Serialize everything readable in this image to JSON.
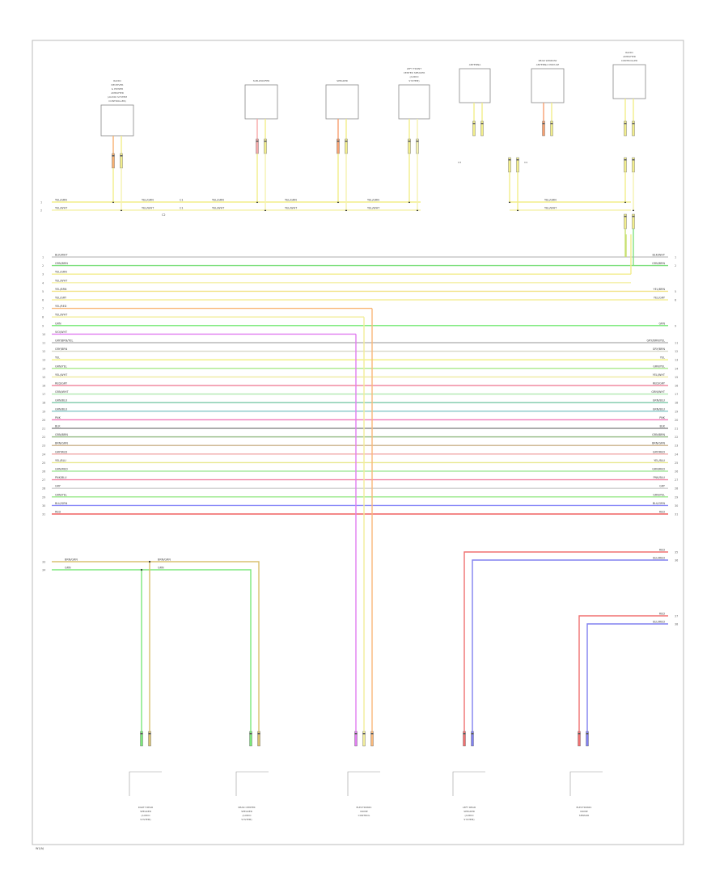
{
  "top_components": [
    {
      "id": "c1",
      "label": [
        "RADIO",
        "RECEIVER",
        "& POWER",
        "AMPLIFIER",
        "(AUDIO SYSTEM",
        "CONTROLLER)"
      ]
    },
    {
      "id": "c2",
      "label": [
        "SUB-WOOFER"
      ]
    },
    {
      "id": "c3",
      "label": [
        "SPEAKER"
      ]
    },
    {
      "id": "c4",
      "label": [
        "LEFT FRONT",
        "CENTER SPEAKER",
        "(AUDIO",
        "SYSTEM)"
      ]
    },
    {
      "id": "c5",
      "label": [
        "ANTENNA"
      ]
    },
    {
      "id": "c6",
      "label": [
        "REAR WINDOW",
        "ANTENNA MODULE"
      ]
    },
    {
      "id": "c7",
      "label": [
        "RADIO",
        "AMPLIFIER",
        "CONTROLLER"
      ]
    }
  ],
  "bottom_components": [
    {
      "id": "b1",
      "label": [
        "RIGHT REAR",
        "SPEAKER",
        "(AUDIO",
        "SYSTEM)"
      ]
    },
    {
      "id": "b2",
      "label": [
        "REAR CENTER",
        "SPEAKER",
        "(AUDIO",
        "SYSTEM)"
      ]
    },
    {
      "id": "b3",
      "label": [
        "ELECTRONIC",
        "NOISE",
        "CONTROL"
      ]
    },
    {
      "id": "b4",
      "label": [
        "LEFT REAR",
        "SPEAKER",
        "(AUDIO",
        "SYSTEM)"
      ]
    },
    {
      "id": "b5",
      "label": [
        "ELECTRONIC",
        "NOISE",
        "SENSOR"
      ]
    }
  ],
  "connectors": [
    "C1",
    "C2",
    "C3",
    "C4"
  ],
  "top_bus_colors": [
    "YEL/GRN",
    "YEL/WHT"
  ],
  "bus_wires": [
    {
      "label_left": "BLK/WHT",
      "label_right": "BLK/WHT",
      "color": "#c8c8c8"
    },
    {
      "label_left": "GRN/BRN",
      "label_right": "GRN/BRN",
      "color": "#7fe07f"
    },
    {
      "label_left": "YEL/GRN",
      "label_right": "",
      "color": "#f2ec8c"
    },
    {
      "label_left": "YEL/WHT",
      "label_right": "",
      "color": "#f5f0a8"
    },
    {
      "label_left": "YEL/BRN",
      "label_right": "YEL/BRN",
      "color": "#f2e38a"
    },
    {
      "label_left": "YEL/GRY",
      "label_right": "YEL/GRY",
      "color": "#f5ef9c"
    },
    {
      "label_left": "YEL/RED",
      "label_right": "",
      "color": "#f9b87a"
    },
    {
      "label_left": "YEL/WHT",
      "label_right": "",
      "color": "#f2ee9a"
    },
    {
      "label_left": "GRN",
      "label_right": "GRN",
      "color": "#6ee86e"
    },
    {
      "label_left": "VIO/WHT",
      "label_right": "",
      "color": "#e07ef0"
    },
    {
      "label_left": "GRY/BRN/YEL",
      "label_right": "GRY/BRN/YEL",
      "color": "#b8b8b8"
    },
    {
      "label_left": "GRY/BRN",
      "label_right": "GRY/BRN",
      "color": "#d8d8c8"
    },
    {
      "label_left": "YEL",
      "label_right": "YEL",
      "color": "#f2f07a"
    },
    {
      "label_left": "GRN/YEL",
      "label_right": "GRN/YEL",
      "color": "#a8e88a"
    },
    {
      "label_left": "YEL/WHT",
      "label_right": "YEL/WHT",
      "color": "#eeeaa0"
    },
    {
      "label_left": "RED/GRY",
      "label_right": "RED/GRY",
      "color": "#f08aa0"
    },
    {
      "label_left": "GRN/WHT",
      "label_right": "GRN/WHT",
      "color": "#b0e8b0"
    },
    {
      "label_left": "GRN/BLU",
      "label_right": "GRN/BLU",
      "color": "#7cc8a8"
    },
    {
      "label_left": "GRN/BLU",
      "label_right": "GRN/BLU",
      "color": "#88c8c8"
    },
    {
      "label_left": "PNK",
      "label_right": "PNK",
      "color": "#f07ab8"
    },
    {
      "label_left": "BLK",
      "label_right": "BLK",
      "color": "#909090"
    },
    {
      "label_left": "GRN/BRN",
      "label_right": "GRN/BRN",
      "color": "#90b880"
    },
    {
      "label_left": "BRN/GRN",
      "label_right": "BRN/GRN",
      "color": "#c8b088"
    },
    {
      "label_left": "GRY/RED",
      "label_right": "GRY/RED",
      "color": "#f0a8a8"
    },
    {
      "label_left": "YEL/BLU",
      "label_right": "YEL/BLU",
      "color": "#e8e890"
    },
    {
      "label_left": "GRN/RED",
      "label_right": "GRN/RED",
      "color": "#a8e8a0"
    },
    {
      "label_left": "PNK/BLU",
      "label_right": "PNK/BLU",
      "color": "#f08aa8"
    },
    {
      "label_left": "GRY",
      "label_right": "GRY",
      "color": "#d0d0d0"
    },
    {
      "label_left": "GRN/YEL",
      "label_right": "GRN/YEL",
      "color": "#98e888"
    },
    {
      "label_left": "BLU/GRN",
      "label_right": "BLU/GRN",
      "color": "#8a8af8"
    },
    {
      "label_left": "RED",
      "label_right": "RED",
      "color": "#f06060"
    }
  ],
  "lower_left_wires": [
    {
      "label": "BRN/GRN",
      "color": "#d8c070"
    },
    {
      "label": "GRN",
      "color": "#7ae87a"
    }
  ],
  "lower_right_wires_1": [
    {
      "label": "RED",
      "color": "#f07070"
    },
    {
      "label": "BLU/RED",
      "color": "#8080f0"
    }
  ],
  "lower_right_wires_2": [
    {
      "label": "RED",
      "color": "#f07070"
    },
    {
      "label": "BLU/RED",
      "color": "#8080f0"
    }
  ],
  "footer_code": "W1/AJ"
}
